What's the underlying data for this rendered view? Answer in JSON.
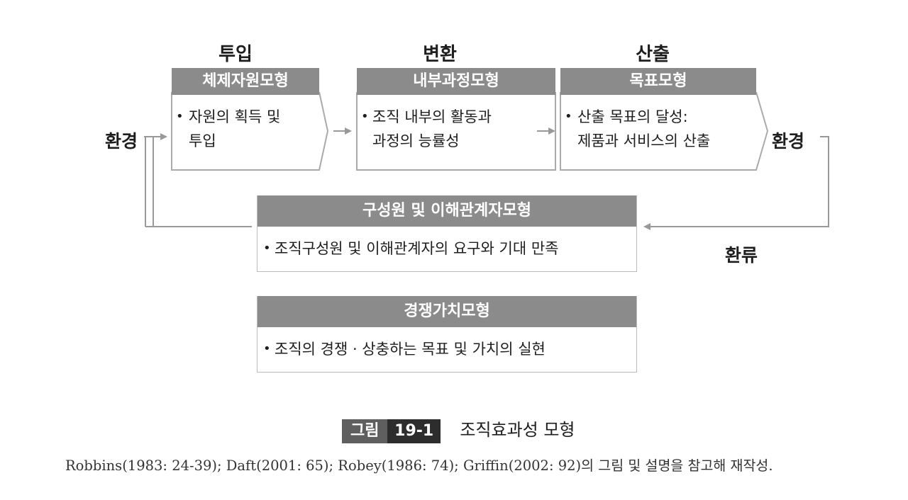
{
  "stages": {
    "input": "투입",
    "transform": "변환",
    "output": "산출"
  },
  "environment": {
    "left": "환경",
    "right": "환경",
    "feedback": "환류"
  },
  "models": {
    "system_resource": {
      "title": "체제자원모형",
      "lines": [
        "자원의 획득 및",
        "투입"
      ]
    },
    "internal_process": {
      "title": "내부과정모형",
      "lines": [
        "조직 내부의 활동과",
        "과정의 능률성"
      ]
    },
    "goal": {
      "title": "목표모형",
      "lines": [
        "산출 목표의 달성:",
        "제품과 서비스의 산출"
      ]
    },
    "stakeholder": {
      "title": "구성원 및 이해관계자모형",
      "lines": [
        "조직구성원 및 이해관계자의 요구와 기대 만족"
      ]
    },
    "competing_values": {
      "title": "경쟁가치모형",
      "lines": [
        "조직의 경쟁 · 상충하는 목표 및 가치의 실현"
      ]
    }
  },
  "bullet": "•",
  "caption": {
    "label": "그림",
    "number": "19-1",
    "text": "조직효과성 모형"
  },
  "source": "Robbins(1983: 24-39); Daft(2001: 65); Robey(1986: 74); Griffin(2002: 92)의 그림 및 설명을 참고해 재작성.",
  "colors": {
    "header_bg": "#8b8b8b",
    "line": "#999999",
    "caption_tag": "#5f5f5f"
  }
}
